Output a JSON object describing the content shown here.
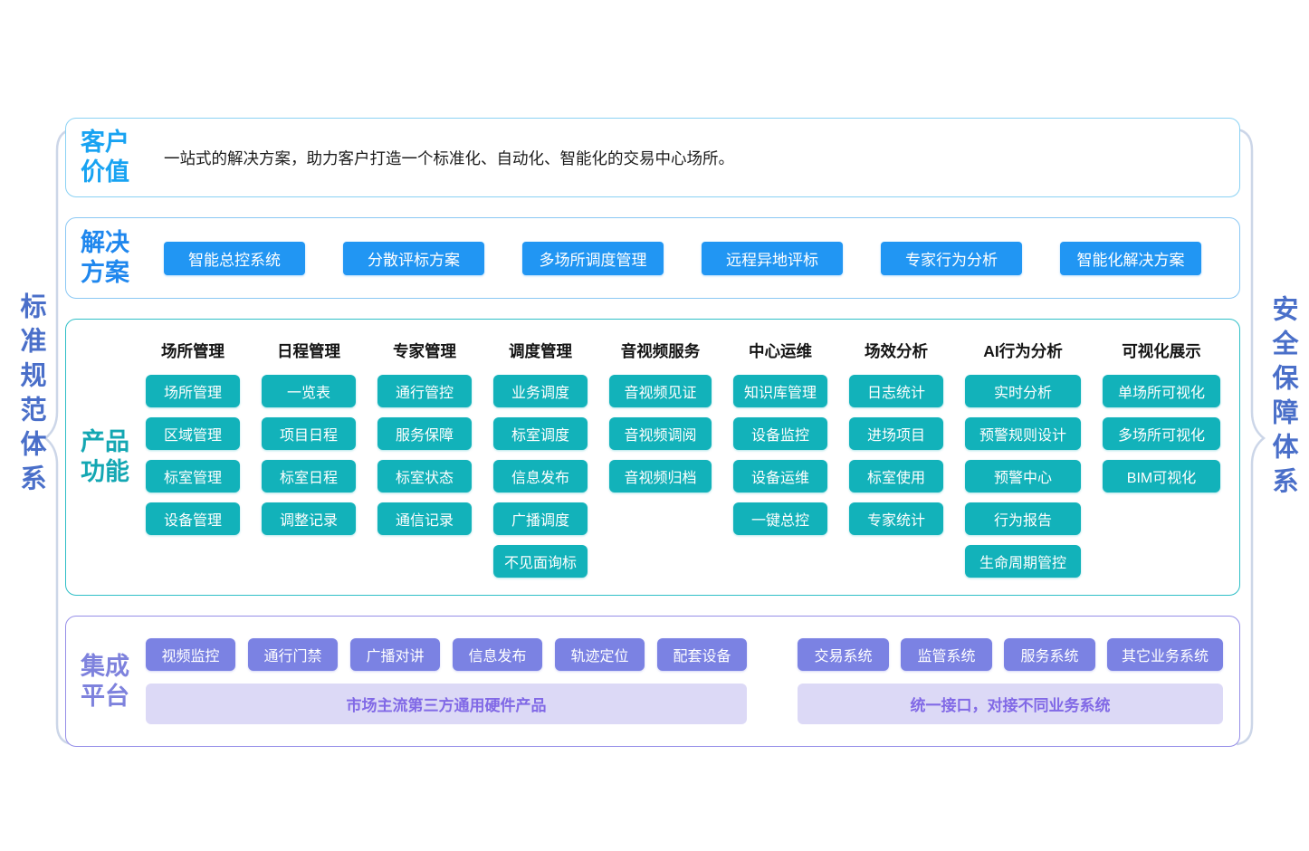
{
  "colors": {
    "accent_customer": "#18a3f2",
    "accent_solution": "#1f87ee",
    "accent_product": "#14a7b3",
    "accent_integration": "#7e82dd",
    "side_text": "#4a6fc9",
    "blue_button": "#2196f3",
    "teal_button": "#12b2ba",
    "purple_button": "#7b82e3",
    "bar_bg": "#dcd9f6",
    "bar_text": "#8169e6",
    "border_row1": "#8bd2f4",
    "border_row2": "#8bc8f4",
    "border_row3": "#2fbfc7",
    "border_row4": "#968fe8",
    "brace": "#ccd6e8"
  },
  "side_labels": {
    "left": "标准规范体系",
    "right": "安全保障体系"
  },
  "sections": {
    "customer_value": {
      "label": "客户价值",
      "description": "一站式的解决方案，助力客户打造一个标准化、自动化、智能化的交易中心场所。"
    },
    "solution": {
      "label": "解决方案",
      "items": [
        "智能总控系统",
        "分散评标方案",
        "多场所调度管理",
        "远程异地评标",
        "专家行为分析",
        "智能化解决方案"
      ]
    },
    "product_features": {
      "label": "产品功能",
      "columns": [
        {
          "header": "场所管理",
          "items": [
            "场所管理",
            "区域管理",
            "标室管理",
            "设备管理"
          ]
        },
        {
          "header": "日程管理",
          "items": [
            "一览表",
            "项目日程",
            "标室日程",
            "调整记录"
          ]
        },
        {
          "header": "专家管理",
          "items": [
            "通行管控",
            "服务保障",
            "标室状态",
            "通信记录"
          ]
        },
        {
          "header": "调度管理",
          "items": [
            "业务调度",
            "标室调度",
            "信息发布",
            "广播调度",
            "不见面询标"
          ]
        },
        {
          "header": "音视频服务",
          "items": [
            "音视频见证",
            "音视频调阅",
            "音视频归档"
          ]
        },
        {
          "header": "中心运维",
          "items": [
            "知识库管理",
            "设备监控",
            "设备运维",
            "一键总控"
          ]
        },
        {
          "header": "场效分析",
          "items": [
            "日志统计",
            "进场项目",
            "标室使用",
            "专家统计"
          ]
        },
        {
          "header": "AI行为分析",
          "items": [
            "实时分析",
            "预警规则设计",
            "预警中心",
            "行为报告",
            "生命周期管控"
          ]
        },
        {
          "header": "可视化展示",
          "items": [
            "单场所可视化",
            "多场所可视化",
            "BIM可视化"
          ]
        }
      ]
    },
    "integration_platform": {
      "label": "集成平台",
      "hardware_group": {
        "items": [
          "视频监控",
          "通行门禁",
          "广播对讲",
          "信息发布",
          "轨迹定位",
          "配套设备"
        ],
        "bar": "市场主流第三方通用硬件产品"
      },
      "business_group": {
        "items": [
          "交易系统",
          "监管系统",
          "服务系统",
          "其它业务系统"
        ],
        "bar": "统一接口，对接不同业务系统"
      }
    }
  }
}
